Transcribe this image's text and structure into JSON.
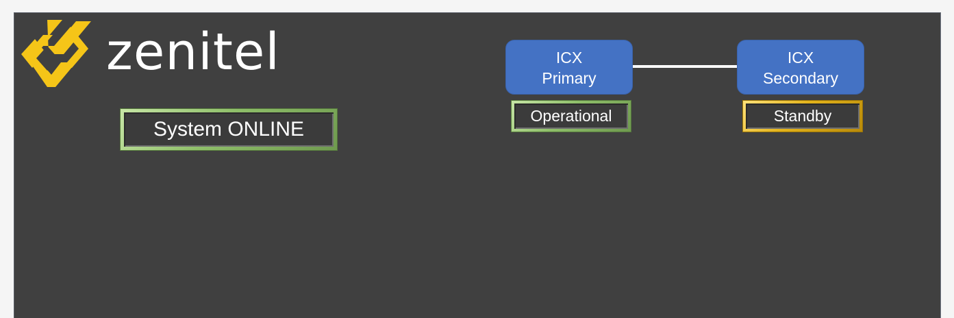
{
  "brand": {
    "logo_icon": "zenitel-logo-icon",
    "name": "zenitel",
    "accent_color": "#f5c518"
  },
  "system": {
    "status_label": "System ONLINE",
    "frame_color": "#8fbf6a"
  },
  "nodes": [
    {
      "line1": "ICX",
      "line2": "Primary",
      "status": "Operational",
      "fill_color": "#4472c4",
      "status_frame_color": "#8fbf6a"
    },
    {
      "line1": "ICX",
      "line2": "Secondary",
      "status": "Standby",
      "fill_color": "#4472c4",
      "status_frame_color": "#e3b31b"
    }
  ]
}
